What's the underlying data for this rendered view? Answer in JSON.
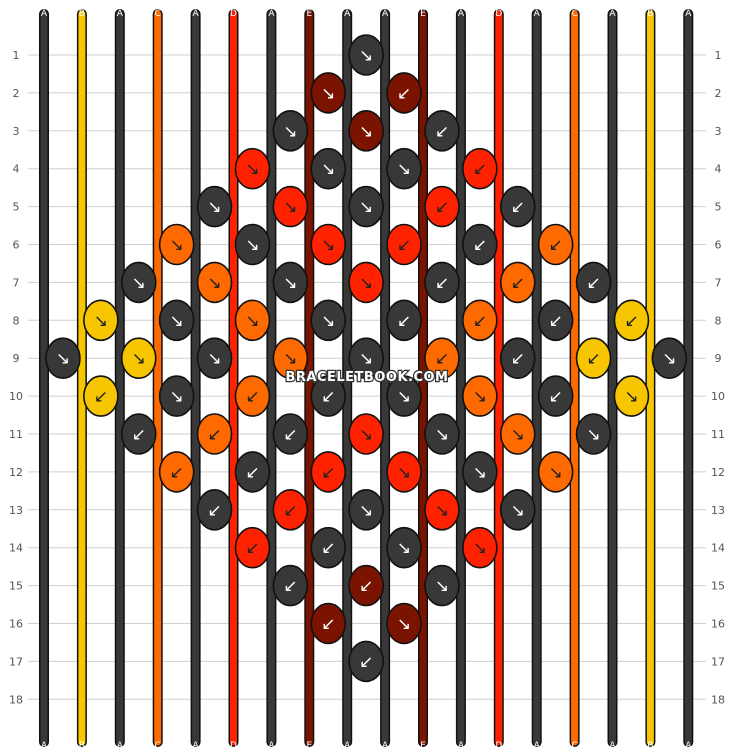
{
  "strand_order": [
    "A",
    "B",
    "A",
    "C",
    "A",
    "D",
    "A",
    "E",
    "A",
    "A",
    "E",
    "A",
    "D",
    "A",
    "C",
    "A",
    "B",
    "A"
  ],
  "colors": {
    "A": "#383838",
    "B": "#f7c600",
    "C": "#ff6a00",
    "D": "#ff2200",
    "E": "#7a1400"
  },
  "row_numbers": [
    "1",
    "2",
    "3",
    "4",
    "5",
    "6",
    "7",
    "8",
    "9",
    "10",
    "11",
    "12",
    "13",
    "14",
    "15",
    "16",
    "17",
    "18"
  ],
  "watermark": "BRACELETBOOK.COM",
  "icons": {
    "knot_arrow": "arrow-icon"
  },
  "knots": [
    [
      {
        "c": "A",
        "d": "↘"
      }
    ],
    [
      {
        "c": "E",
        "d": "↘"
      },
      {
        "c": "E",
        "d": "↙"
      }
    ],
    [
      {
        "c": "A",
        "d": "↘"
      },
      {
        "c": "E",
        "d": "↘"
      },
      {
        "c": "A",
        "d": "↙"
      }
    ],
    [
      {
        "c": "D",
        "d": "↘"
      },
      {
        "c": "A",
        "d": "↘"
      },
      {
        "c": "A",
        "d": "↘"
      },
      {
        "c": "D",
        "d": "↙"
      }
    ],
    [
      {
        "c": "A",
        "d": "↘"
      },
      {
        "c": "D",
        "d": "↘"
      },
      {
        "c": "A",
        "d": "↘"
      },
      {
        "c": "D",
        "d": "↙"
      },
      {
        "c": "A",
        "d": "↙"
      }
    ],
    [
      {
        "c": "C",
        "d": "↘"
      },
      {
        "c": "A",
        "d": "↘"
      },
      {
        "c": "D",
        "d": "↘"
      },
      {
        "c": "D",
        "d": "↙"
      },
      {
        "c": "A",
        "d": "↙"
      },
      {
        "c": "C",
        "d": "↙"
      }
    ],
    [
      {
        "c": "A",
        "d": "↘"
      },
      {
        "c": "C",
        "d": "↘"
      },
      {
        "c": "A",
        "d": "↘"
      },
      {
        "c": "D",
        "d": "↘"
      },
      {
        "c": "A",
        "d": "↙"
      },
      {
        "c": "C",
        "d": "↙"
      },
      {
        "c": "A",
        "d": "↙"
      }
    ],
    [
      {
        "c": "B",
        "d": "↘"
      },
      {
        "c": "A",
        "d": "↘"
      },
      {
        "c": "C",
        "d": "↘"
      },
      {
        "c": "A",
        "d": "↘"
      },
      {
        "c": "A",
        "d": "↙"
      },
      {
        "c": "C",
        "d": "↙"
      },
      {
        "c": "A",
        "d": "↙"
      },
      {
        "c": "B",
        "d": "↙"
      }
    ],
    [
      {
        "c": "A",
        "d": "↘"
      },
      {
        "c": "B",
        "d": "↘"
      },
      {
        "c": "A",
        "d": "↘"
      },
      {
        "c": "C",
        "d": "↘"
      },
      {
        "c": "A",
        "d": "↘"
      },
      {
        "c": "C",
        "d": "↙"
      },
      {
        "c": "A",
        "d": "↙"
      },
      {
        "c": "B",
        "d": "↙"
      },
      {
        "c": "A",
        "d": "↘"
      }
    ],
    [
      {
        "c": "B",
        "d": "↙"
      },
      {
        "c": "A",
        "d": "↘"
      },
      {
        "c": "C",
        "d": "↙"
      },
      {
        "c": "A",
        "d": "↙"
      },
      {
        "c": "A",
        "d": "↘"
      },
      {
        "c": "C",
        "d": "↘"
      },
      {
        "c": "A",
        "d": "↙"
      },
      {
        "c": "B",
        "d": "↘"
      }
    ],
    [
      {
        "c": "A",
        "d": "↙"
      },
      {
        "c": "C",
        "d": "↙"
      },
      {
        "c": "A",
        "d": "↙"
      },
      {
        "c": "D",
        "d": "↘"
      },
      {
        "c": "A",
        "d": "↘"
      },
      {
        "c": "C",
        "d": "↘"
      },
      {
        "c": "A",
        "d": "↘"
      }
    ],
    [
      {
        "c": "C",
        "d": "↙"
      },
      {
        "c": "A",
        "d": "↙"
      },
      {
        "c": "D",
        "d": "↙"
      },
      {
        "c": "D",
        "d": "↘"
      },
      {
        "c": "A",
        "d": "↘"
      },
      {
        "c": "C",
        "d": "↘"
      }
    ],
    [
      {
        "c": "A",
        "d": "↙"
      },
      {
        "c": "D",
        "d": "↙"
      },
      {
        "c": "A",
        "d": "↘"
      },
      {
        "c": "D",
        "d": "↘"
      },
      {
        "c": "A",
        "d": "↘"
      }
    ],
    [
      {
        "c": "D",
        "d": "↙"
      },
      {
        "c": "A",
        "d": "↙"
      },
      {
        "c": "A",
        "d": "↘"
      },
      {
        "c": "D",
        "d": "↘"
      }
    ],
    [
      {
        "c": "A",
        "d": "↙"
      },
      {
        "c": "E",
        "d": "↙"
      },
      {
        "c": "A",
        "d": "↘"
      }
    ],
    [
      {
        "c": "E",
        "d": "↙"
      },
      {
        "c": "E",
        "d": "↘"
      }
    ],
    [
      {
        "c": "A",
        "d": "↙"
      }
    ]
  ]
}
